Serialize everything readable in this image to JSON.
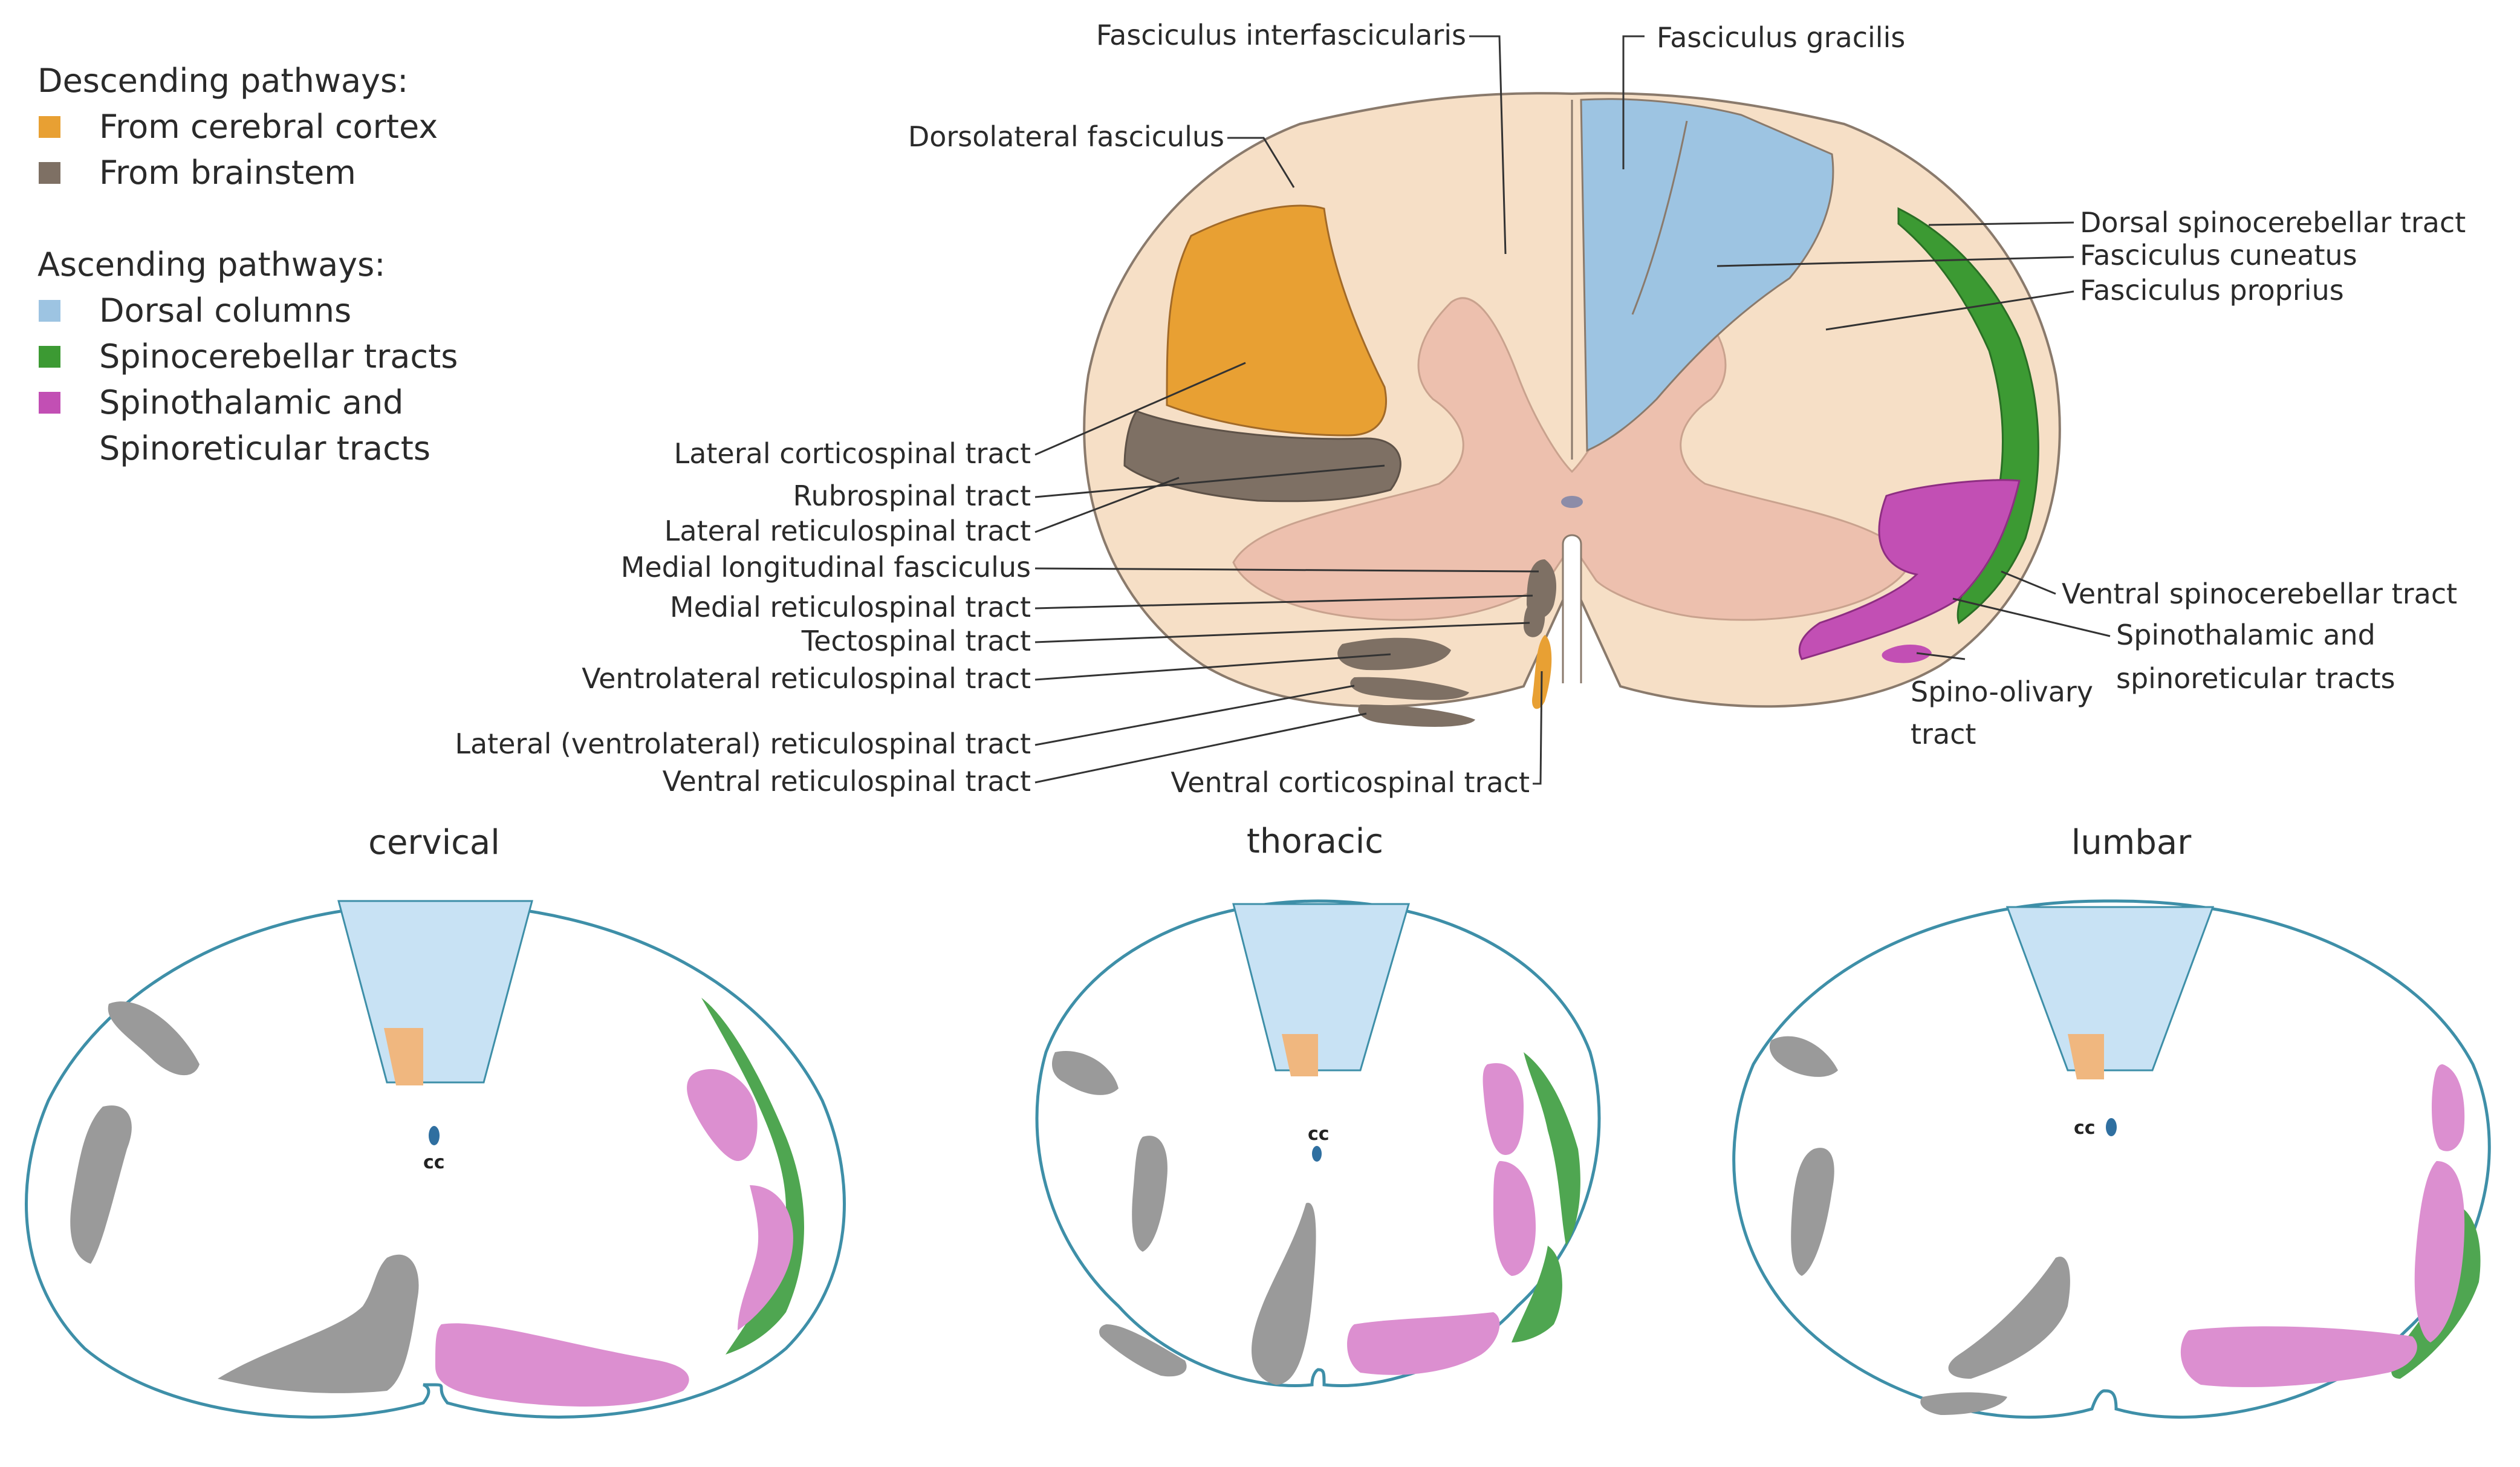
{
  "legend": {
    "descending_heading": "Descending pathways:",
    "descending": [
      {
        "label": "From cerebral cortex",
        "color": "#E8A033"
      },
      {
        "label": "From brainstem",
        "color": "#7E7064"
      }
    ],
    "ascending_heading": "Ascending pathways:",
    "ascending": [
      {
        "label": "Dorsal columns",
        "color": "#9DC4E2"
      },
      {
        "label": "Spinocerebellar tracts",
        "color": "#3C9A33"
      },
      {
        "label": "Spinothalamic and",
        "label2": "Spinoreticular tracts",
        "color": "#C24FB4"
      }
    ]
  },
  "labels": {
    "fasciculus_interfascicularis": "Fasciculus interfascicularis",
    "fasciculus_gracilis": "Fasciculus gracilis",
    "dorsolateral_fasciculus": "Dorsolateral fasciculus",
    "dorsal_spinocerebellar": "Dorsal spinocerebellar  tract",
    "fasciculus_cuneatus": "Fasciculus cuneatus",
    "fasciculus_proprius": "Fasciculus proprius",
    "lateral_corticospinal": "Lateral corticospinal tract",
    "rubrospinal": "Rubrospinal tract",
    "lateral_reticulospinal": "Lateral reticulospinal tract",
    "medial_longitudinal": "Medial longitudinal fasciculus",
    "medial_reticulospinal": "Medial reticulospinal tract",
    "tectospinal": "Tectospinal tract",
    "ventrolateral_reticulospinal": "Ventrolateral reticulospinal tract",
    "lateral_ventrolateral_reticulospinal": "Lateral (ventrolateral) reticulospinal tract",
    "ventral_reticulospinal": "Ventral reticulospinal tract",
    "ventral_corticospinal": "Ventral corticospinal tract",
    "ventral_spinocerebellar": "Ventral spinocerebellar  tract",
    "spinothalamic_1": "Spinothalamic and",
    "spinothalamic_2": "spinoreticular tracts",
    "spino_olivary_1": "Spino-olivary",
    "spino_olivary_2": "tract"
  },
  "sections": [
    {
      "title": "cervical",
      "cc": "cc"
    },
    {
      "title": "thoracic",
      "cc": "cc"
    },
    {
      "title": "lumbar",
      "cc": "cc"
    }
  ],
  "colors": {
    "white_matter": "#F6DFC6",
    "grey_matter": "#EDC0AE",
    "outline": "#8A7A6C",
    "section_outline": "#3E8FA8",
    "section_grey": "#9A9A9A",
    "section_pink": "#DC8FD0",
    "section_green": "#4FA651",
    "section_blue": "#C8E2F4",
    "section_orange": "#F0B77F"
  }
}
